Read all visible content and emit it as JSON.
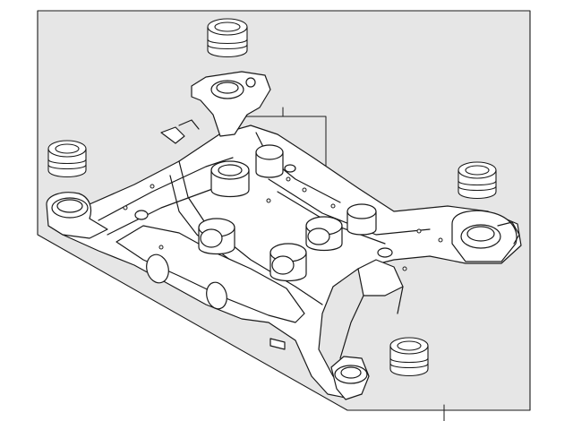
{
  "diagram": {
    "kind": "exploded-parts-illustration",
    "colors": {
      "line": "#1a1a1a",
      "panel_fill": "#e6e6e6",
      "part_fill": "#ffffff"
    },
    "parts": [
      {
        "name": "subframe-crossmember",
        "count": 1
      },
      {
        "name": "mount-bushing",
        "count": 4
      },
      {
        "name": "frame-bushing",
        "count": 4
      }
    ]
  }
}
